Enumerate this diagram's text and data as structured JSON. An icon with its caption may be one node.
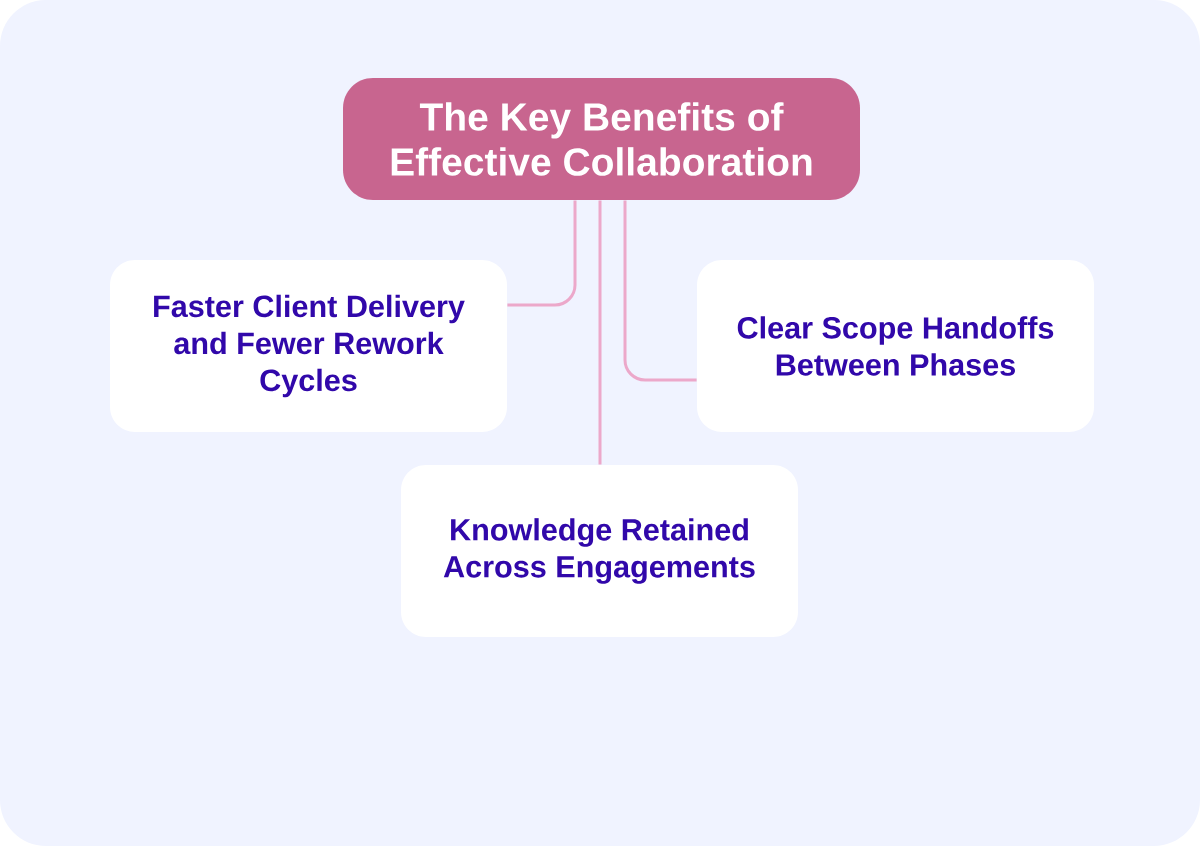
{
  "diagram": {
    "nodes": [
      {
        "text": [
          "The Key Benefits of Effective Collaboration"
        ]
      },
      {
        "text": [
          "Faster Client Delivery and Fewer Rework Cycles"
        ]
      },
      {
        "text": [
          "Clear Scope Handoffs Between Phases"
        ]
      },
      {
        "text": [
          "Knowledge Retained Across Engagements"
        ]
      }
    ],
    "edges": [
      {
        "from": 0,
        "to": 1,
        "arrow": "none"
      },
      {
        "from": 0,
        "to": 2,
        "arrow": "none"
      },
      {
        "from": 0,
        "to": 3,
        "arrow": "none"
      }
    ]
  }
}
